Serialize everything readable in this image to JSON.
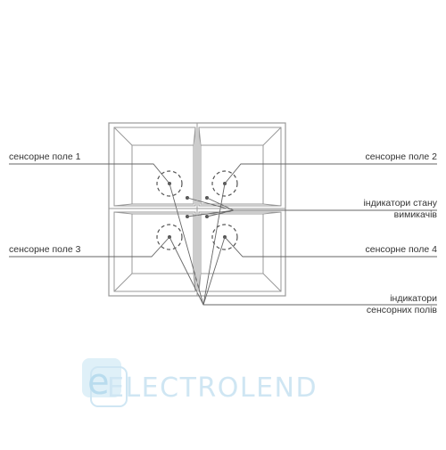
{
  "labels": {
    "zone1": "сенсорне поле 1",
    "zone2": "сенсорне поле 2",
    "zone3": "сенсорне поле 3",
    "zone4": "сенсорне поле 4",
    "state_indicators_line1": "індикатори стану",
    "state_indicators_line2": "вимикачів",
    "sensor_indicators_line1": "індикатори",
    "sensor_indicators_line2": "сенсорних полів"
  },
  "watermark": {
    "text": "ELECTROLEND",
    "color": "#cfe6f3",
    "icon": "e-logo-icon"
  },
  "colors": {
    "line": "#666666",
    "frame": "#999999",
    "text": "#333333"
  }
}
